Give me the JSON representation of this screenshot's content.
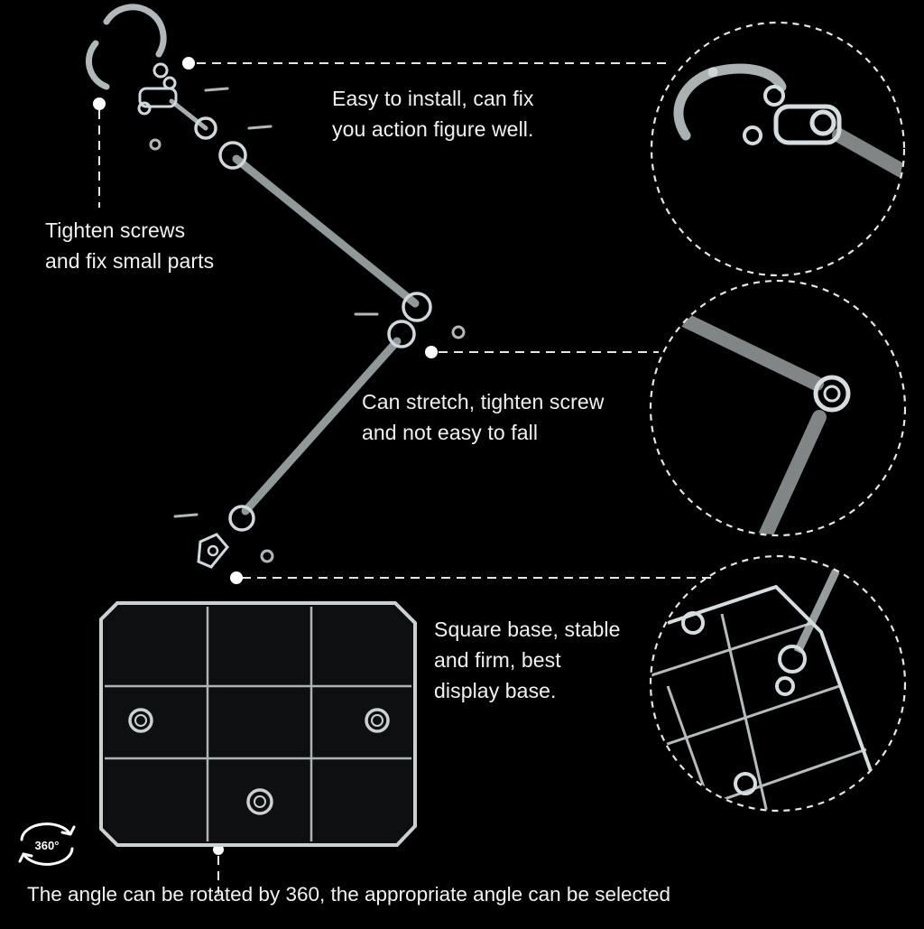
{
  "callouts": {
    "install": {
      "line1": "Easy to install, can fix",
      "line2": "you action figure well."
    },
    "screws": {
      "line1": "Tighten screws",
      "line2": "and fix small parts"
    },
    "stretch": {
      "line1": "Can stretch, tighten screw",
      "line2": "and not easy to fall"
    },
    "base": {
      "line1": "Square base, stable",
      "line2": "and firm, best",
      "line3": "display base."
    }
  },
  "rotation_badge": "360°",
  "bottom_caption": "The angle can be rotated by 360, the appropriate angle can be selected",
  "colors": {
    "background": "#000000",
    "text": "#f2f2f2",
    "guide": "#e6e6e6",
    "acrylic": "#cfd8dc"
  }
}
